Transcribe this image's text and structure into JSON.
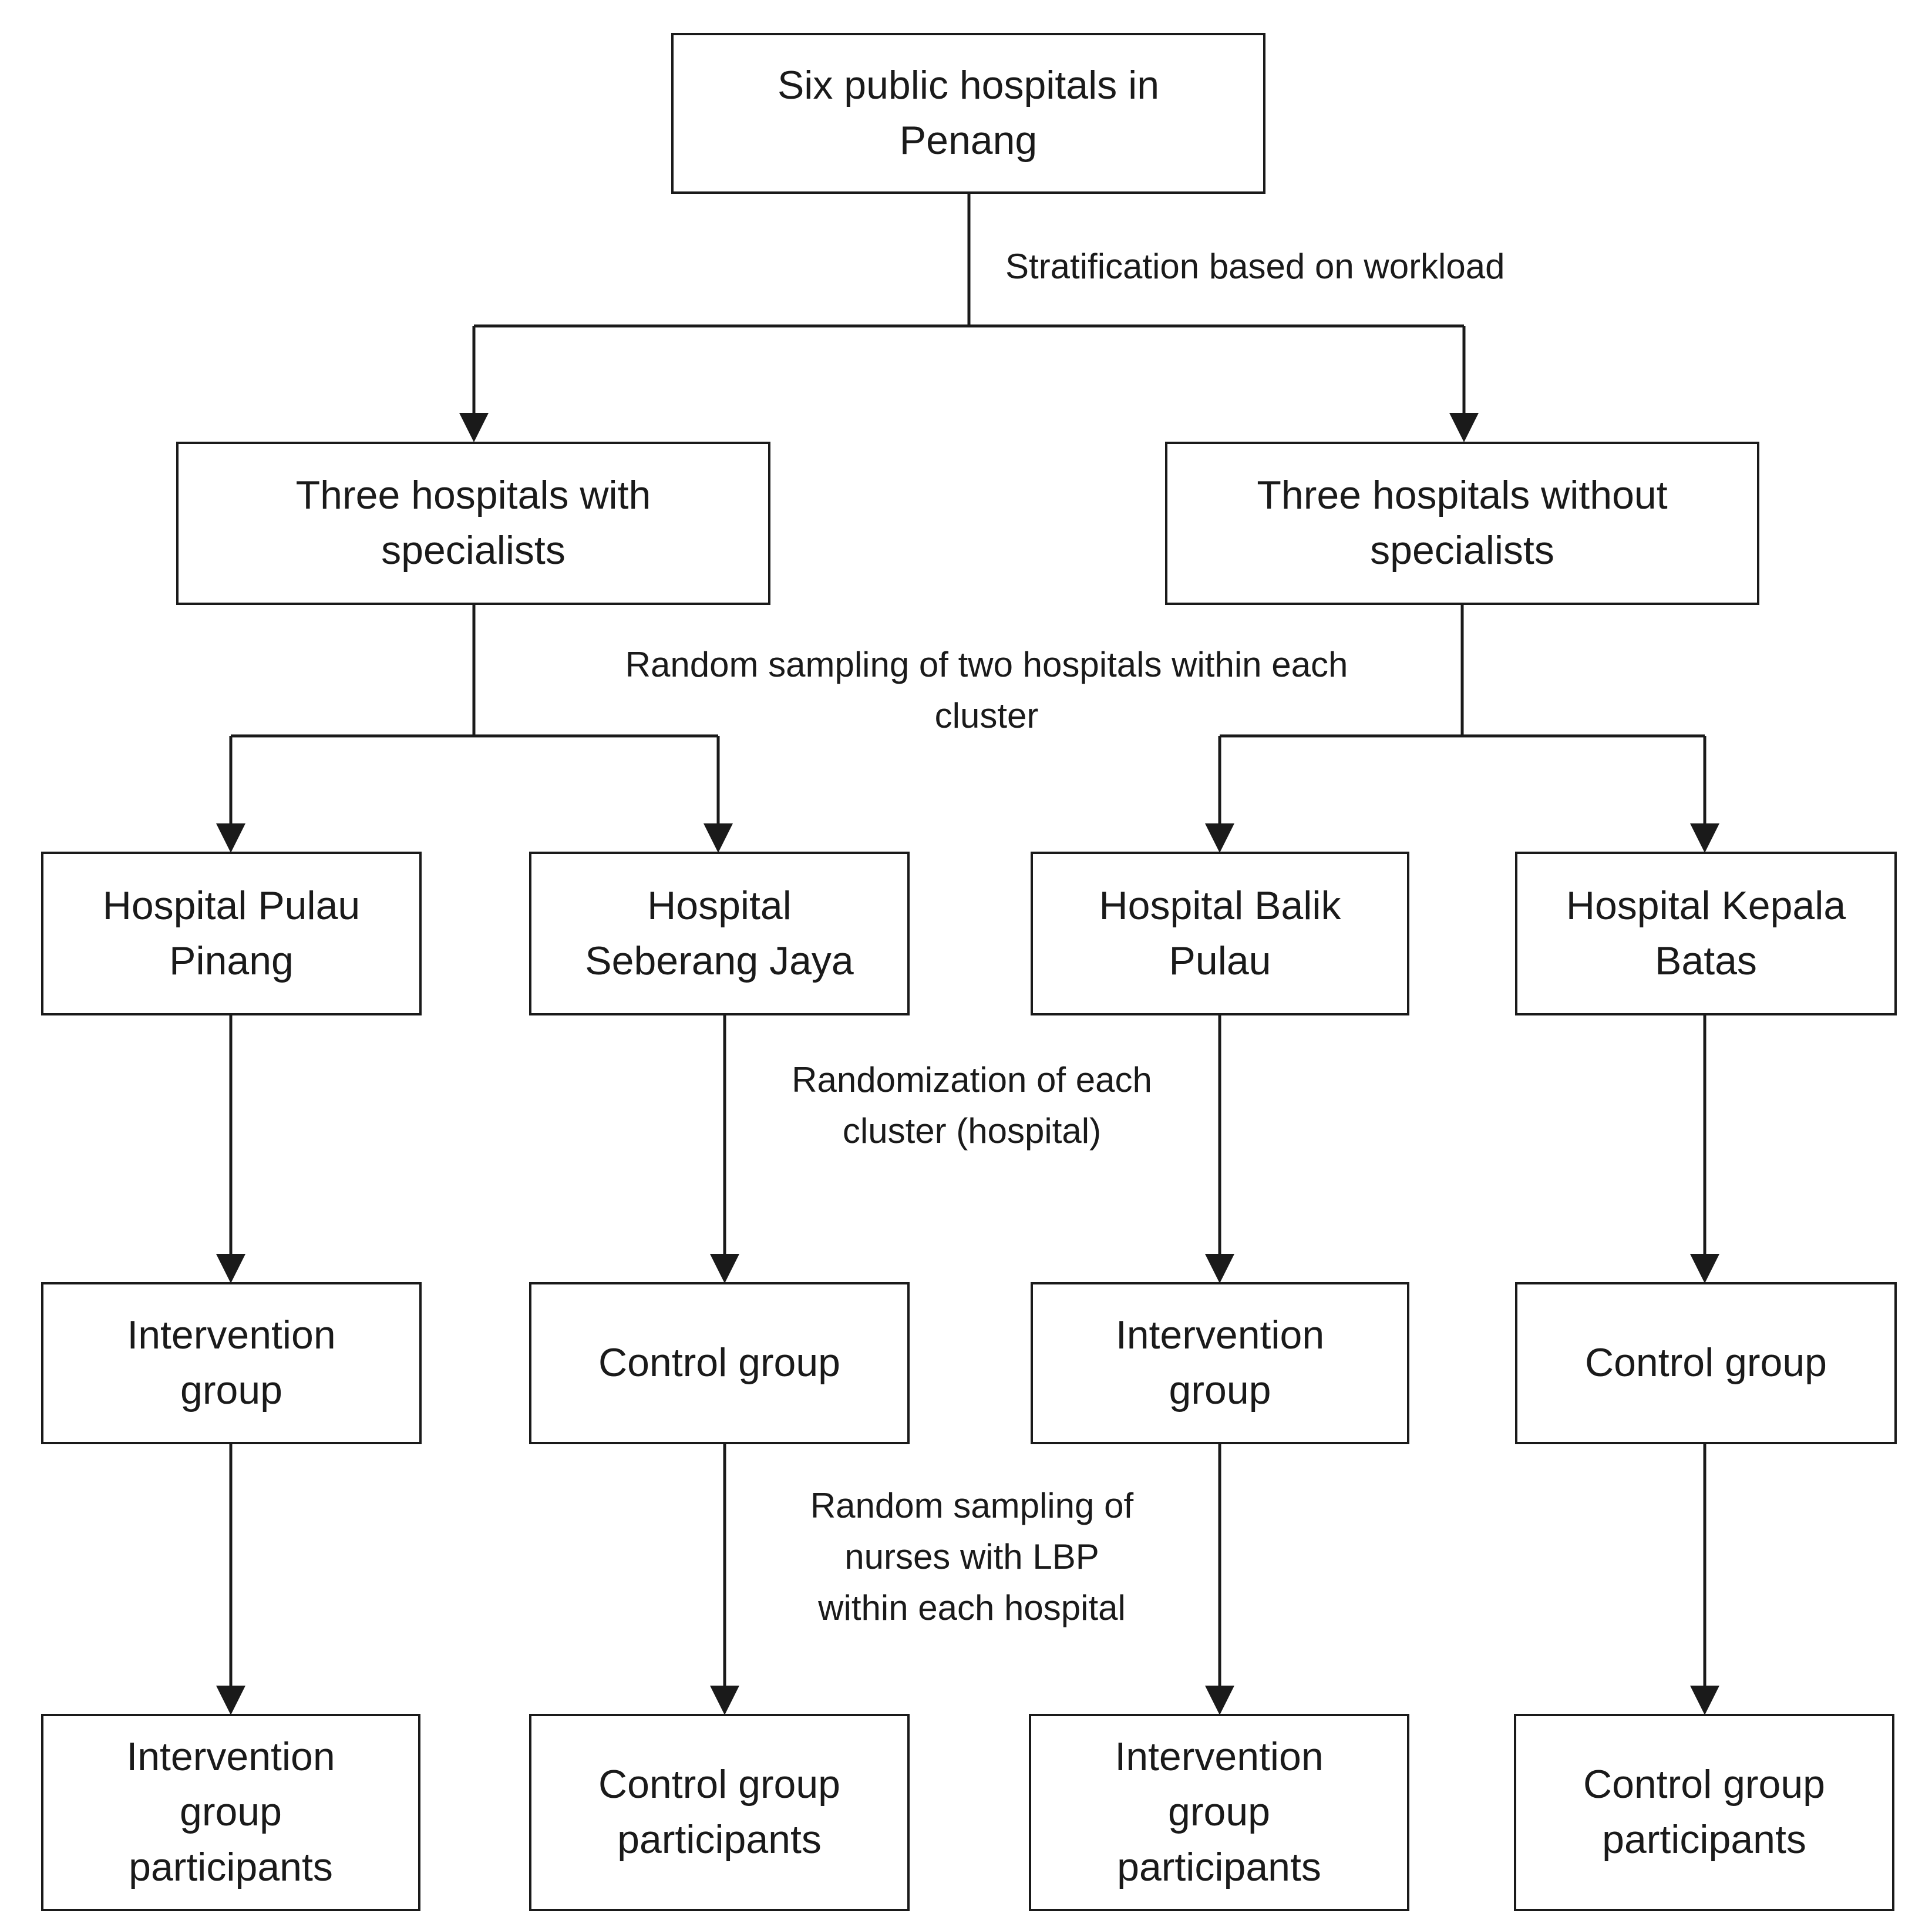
{
  "root": {
    "label": "Six public hospitals in Penang"
  },
  "stratification_note": "Stratification based on workload",
  "strata": [
    {
      "label": "Three hospitals with specialists"
    },
    {
      "label": "Three hospitals without specialists"
    }
  ],
  "sampling_note": "Random sampling of two hospitals within each cluster",
  "hospitals": [
    {
      "label": "Hospital Pulau Pinang"
    },
    {
      "label": "Hospital Seberang Jaya"
    },
    {
      "label": "Hospital Balik Pulau"
    },
    {
      "label": "Hospital Kepala Batas"
    }
  ],
  "randomization_note": "Randomization of each cluster (hospital)",
  "groups": [
    {
      "label": "Intervention group"
    },
    {
      "label": "Control group"
    },
    {
      "label": "Intervention group"
    },
    {
      "label": "Control group"
    }
  ],
  "nurse_sampling_note": "Random sampling of nurses with LBP within each hospital",
  "participants": [
    {
      "label": "Intervention group participants"
    },
    {
      "label": "Control group participants"
    },
    {
      "label": "Intervention group participants"
    },
    {
      "label": "Control group participants"
    }
  ],
  "colors": {
    "line": "#1a1a1a",
    "background": "#ffffff"
  }
}
